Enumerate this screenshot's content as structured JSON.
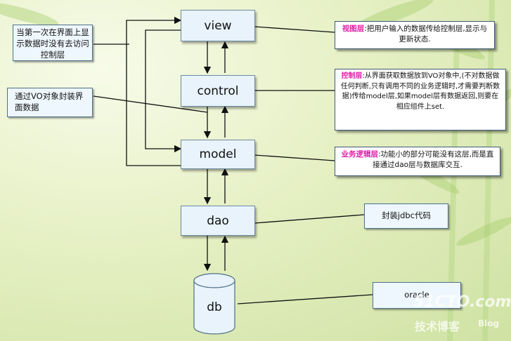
{
  "boxes": {
    "view": "view",
    "control": "control",
    "model": "model",
    "dao": "dao",
    "db": "db"
  },
  "left_notes": {
    "first_display": "当第一次在界面上显示数据时没有去访问控制层",
    "vo_wrap": "通过VO对象封装界面数据"
  },
  "right_notes": {
    "view_title": "视图层",
    "view_text": ":把用户输入的数据传给控制层,显示与更新状态.",
    "control_title": "控制层",
    "control_text": ":从界面获取数据放到VO对象中,(不对数据做任何判断,只有调用不同的业务逻辑时,才需要判断数据)传给model层,如果model层有数据返回,则要在相应组件上set.",
    "model_title": "业务逻辑层",
    "model_text": ":功能小的部分可能没有这层,而是直接通过dao层与数据库交互.",
    "dao_note": "封装jdbc代码",
    "db_note": "oracle"
  },
  "watermark": {
    "site": "51CTO.com",
    "blog_cn": "技术博客",
    "blog_en": "Blog"
  }
}
